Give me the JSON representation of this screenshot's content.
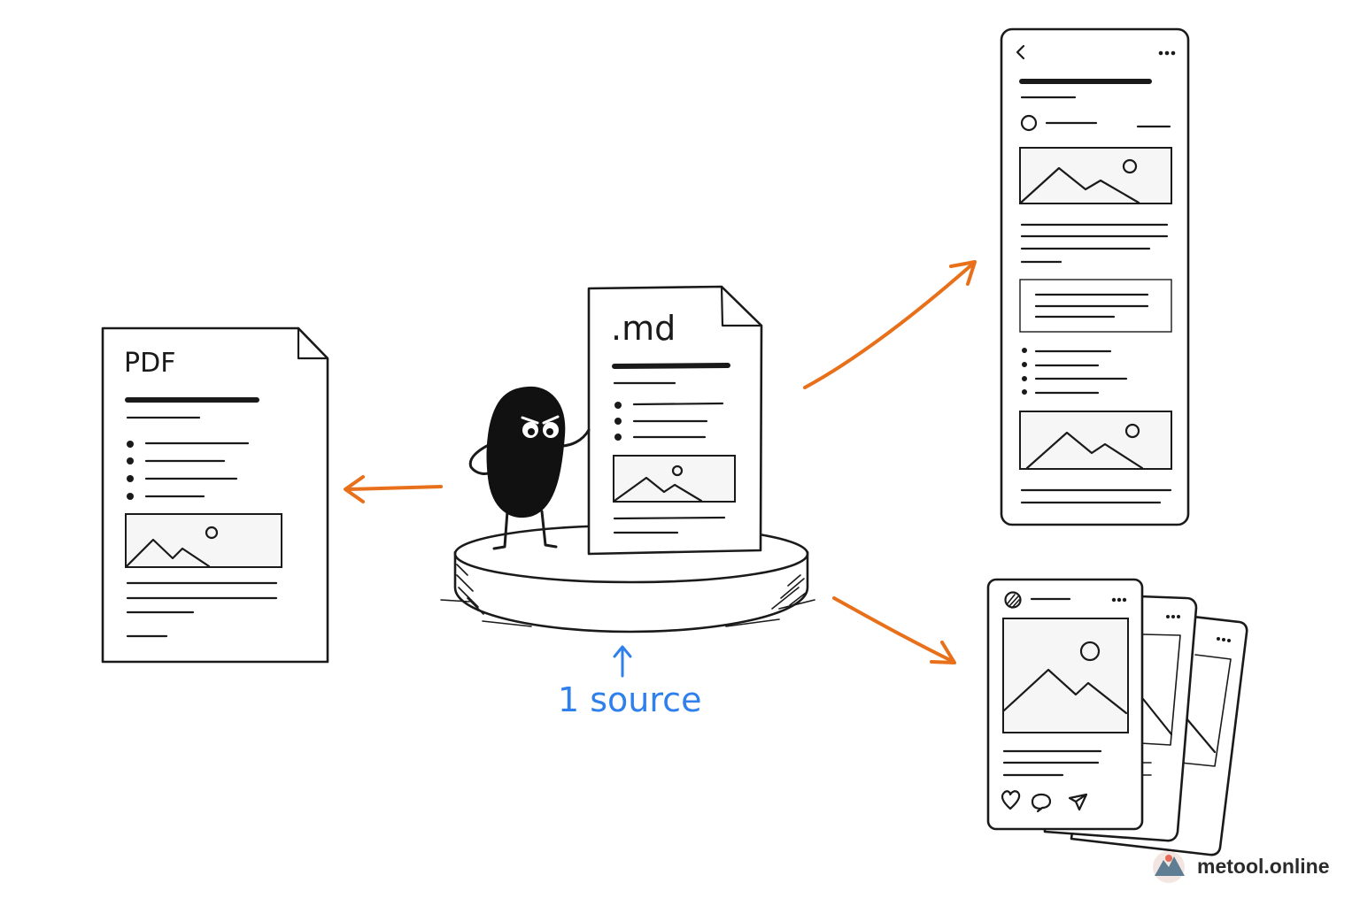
{
  "pdf_doc": {
    "label": "PDF"
  },
  "md_doc": {
    "label": ".md"
  },
  "source": {
    "label": "1 source"
  },
  "watermark": {
    "text": "metool.online"
  },
  "colors": {
    "arrow": "#e8701a",
    "source": "#2f80ed",
    "ink": "#1a1a1a"
  },
  "icons": [
    "back-icon",
    "more-icon",
    "heart-icon",
    "comment-icon",
    "send-icon",
    "image-placeholder-icon"
  ]
}
